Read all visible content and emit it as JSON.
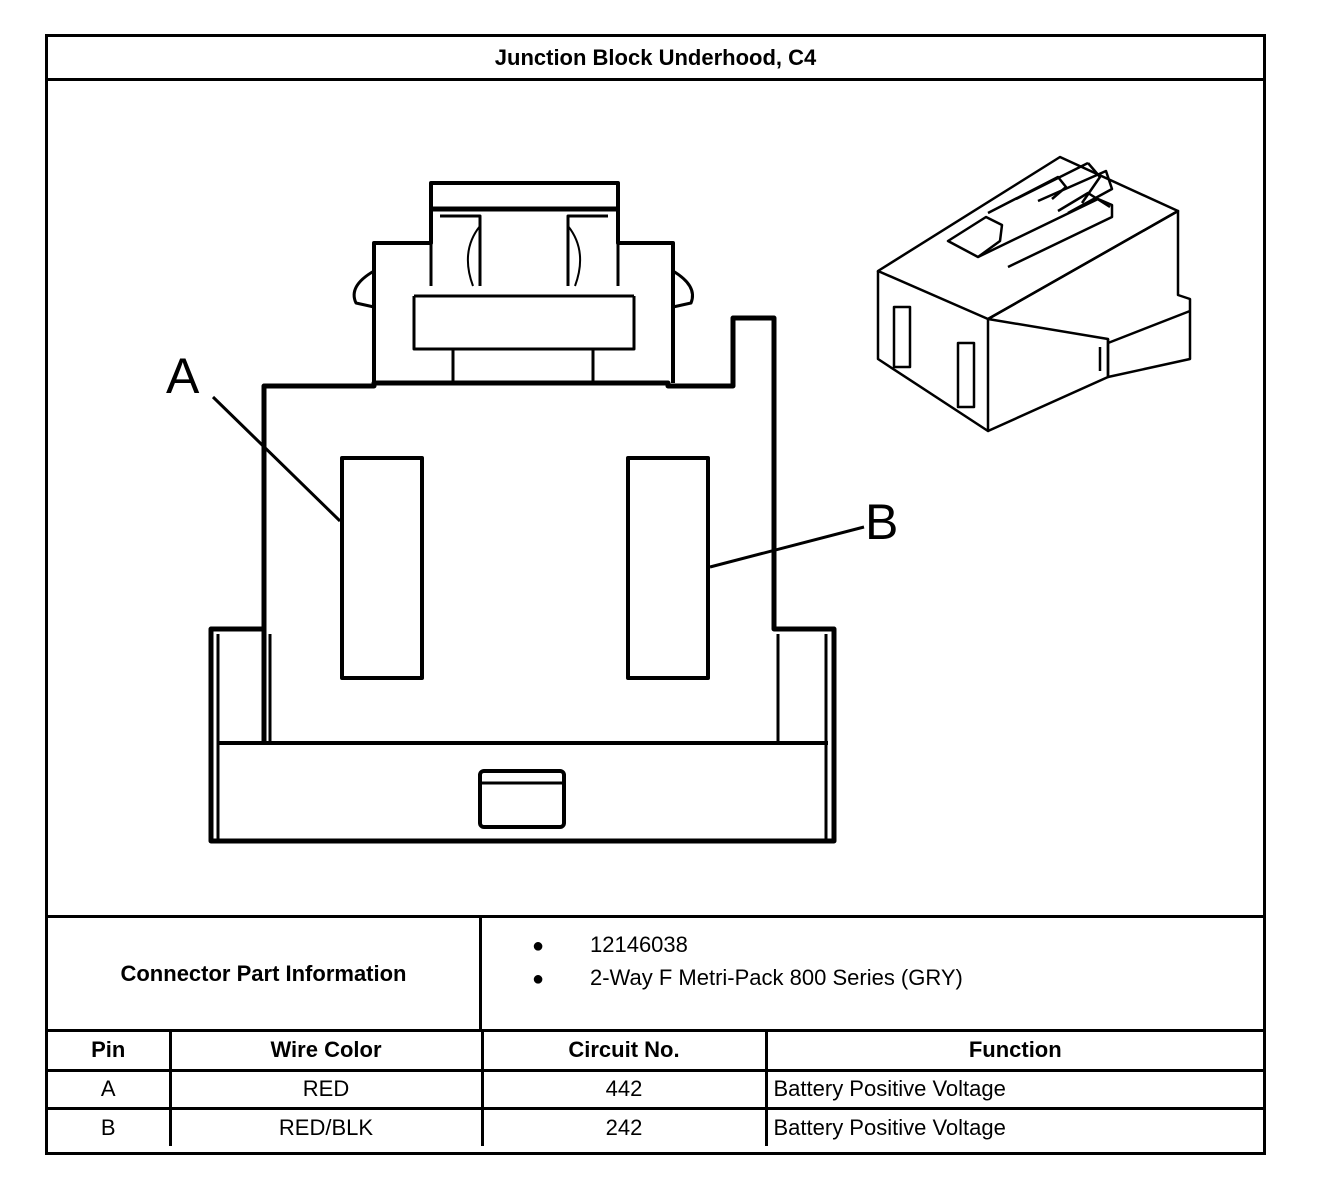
{
  "title": "Junction Block Underhood, C4",
  "diagram": {
    "label_a": "A",
    "label_b": "B"
  },
  "connector_info": {
    "label": "Connector Part Information",
    "items": [
      "12146038",
      "2-Way F Metri-Pack 800 Series (GRY)"
    ]
  },
  "pin_table": {
    "headers": [
      "Pin",
      "Wire Color",
      "Circuit No.",
      "Function"
    ],
    "rows": [
      {
        "pin": "A",
        "wire_color": "RED",
        "circuit": "442",
        "function": "Battery Positive Voltage"
      },
      {
        "pin": "B",
        "wire_color": "RED/BLK",
        "circuit": "242",
        "function": "Battery Positive Voltage"
      }
    ]
  }
}
